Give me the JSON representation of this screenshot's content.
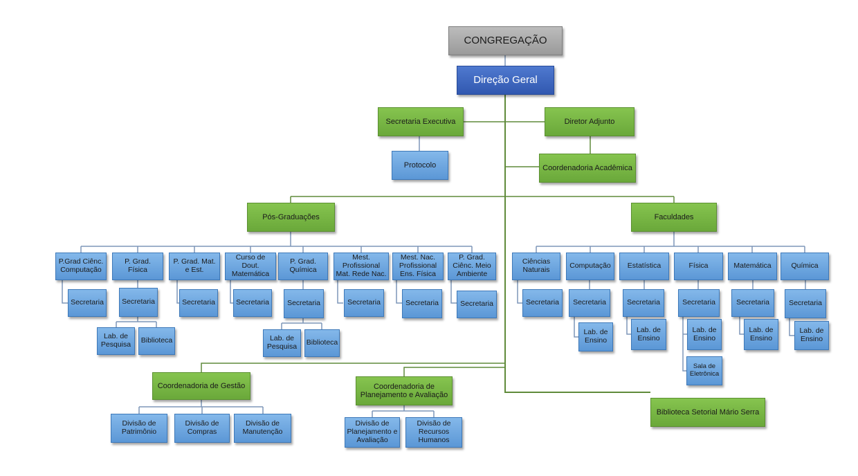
{
  "root": {
    "label": "CONGREGAÇÃO"
  },
  "direcao_geral": {
    "label": "Direção Geral"
  },
  "secretaria_executiva": {
    "label": "Secretaria Executiva"
  },
  "protocolo": {
    "label": "Protocolo"
  },
  "diretor_adjunto": {
    "label": "Diretor Adjunto"
  },
  "coordenadoria_academica": {
    "label": "Coordenadoria Acadêmica"
  },
  "pos_graduacoes": {
    "label": "Pós-Graduações",
    "programs": [
      {
        "label": [
          "P.Grad Ciênc.",
          "Computação"
        ],
        "secretaria": "Secretaria"
      },
      {
        "label": [
          "P. Grad.",
          "Física"
        ],
        "secretaria": "Secretaria",
        "labs": [
          [
            "Lab. de",
            "Pesquisa"
          ],
          [
            "Biblioteca"
          ]
        ]
      },
      {
        "label": [
          "P. Grad. Mat.",
          "e Est."
        ],
        "secretaria": "Secretaria"
      },
      {
        "label": [
          "Curso de",
          "Dout.",
          "Matemática"
        ],
        "secretaria": "Secretaria"
      },
      {
        "label": [
          "P. Grad.",
          "Química"
        ],
        "secretaria": "Secretaria",
        "labs": [
          [
            "Lab. de",
            "Pesquisa"
          ],
          [
            "Biblioteca"
          ]
        ]
      },
      {
        "label": [
          "Mest.",
          "Profissional",
          "Mat. Rede Nac."
        ],
        "secretaria": "Secretaria"
      },
      {
        "label": [
          "Mest. Nac.",
          "Profissional",
          "Ens. Física"
        ],
        "secretaria": "Secretaria"
      },
      {
        "label": [
          "P. Grad.",
          "Ciênc. Meio",
          "Ambiente"
        ],
        "secretaria": "Secretaria"
      }
    ]
  },
  "faculdades": {
    "label": "Faculdades",
    "items": [
      {
        "label": [
          "Ciências",
          "Naturais"
        ],
        "secretaria": "Secretaria"
      },
      {
        "label": [
          "Computação"
        ],
        "secretaria": "Secretaria",
        "labs": [
          [
            "Lab. de",
            "Ensino"
          ]
        ]
      },
      {
        "label": [
          "Estatística"
        ],
        "secretaria": "Secretaria",
        "labs": [
          [
            "Lab. de",
            "Ensino"
          ]
        ]
      },
      {
        "label": [
          "Física"
        ],
        "secretaria": "Secretaria",
        "labs": [
          [
            "Lab. de",
            "Ensino"
          ],
          [
            "Sala de",
            "Eletrônica"
          ]
        ]
      },
      {
        "label": [
          "Matemática"
        ],
        "secretaria": "Secretaria",
        "labs": [
          [
            "Lab. de",
            "Ensino"
          ]
        ]
      },
      {
        "label": [
          "Química"
        ],
        "secretaria": "Secretaria",
        "labs": [
          [
            "Lab. de",
            "Ensino"
          ]
        ]
      }
    ]
  },
  "coordenadoria_gestao": {
    "label": "Coordenadoria de Gestão",
    "divisions": [
      [
        "Divisão de",
        "Patrimônio"
      ],
      [
        "Divisão de",
        "Compras"
      ],
      [
        "Divisão de",
        "Manutenção"
      ]
    ]
  },
  "coordenadoria_planejamento": {
    "label": [
      "Coordenadoria de",
      "Planejamento  e Avaliação"
    ],
    "divisions": [
      [
        "Divisão de",
        "Planejamento  e",
        "Avaliação"
      ],
      [
        "Divisão de",
        "Recursos",
        "Humanos"
      ]
    ]
  },
  "biblioteca_setorial": {
    "label": "Biblioteca Setorial Mário Serra"
  },
  "colors": {
    "root": "#a6a6a6",
    "direcao": "#3f69c2",
    "green": "#76b443",
    "blue": "#6ea7e0",
    "line_blue": "#7d96b8",
    "line_green": "#5f8a3a"
  }
}
